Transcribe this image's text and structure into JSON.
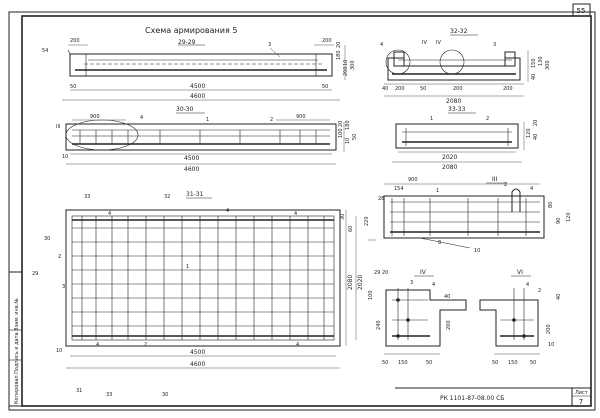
{
  "sheet": {
    "page_number": "55",
    "sheet_label": "Лист",
    "sheet_number": "7",
    "document_code": "РК 1101-87-08.00 СБ",
    "title": "Схема армирования 5",
    "stamp_text": "Копировал   Подпись и дата   Взам. инв.№"
  },
  "views": {
    "s29": {
      "label": "29-29",
      "dim_overall": "4600",
      "dim_inner": "4500",
      "dim_left_top": "200",
      "dim_right_top": "200",
      "dim_left_bottom": "50",
      "dim_right_bottom": "50",
      "pos_left": "54",
      "pos_top": "3",
      "dims_right": [
        "20",
        "180",
        "10",
        "200",
        "300"
      ]
    },
    "s32": {
      "label": "32-32",
      "dim_overall": "2080",
      "dims_bottom": [
        "40",
        "200",
        "50",
        "200",
        "200"
      ],
      "dims_right": [
        "150",
        "40",
        "130",
        "300"
      ],
      "marks": [
        "IV",
        "IV"
      ],
      "pos": [
        "4",
        "3"
      ]
    },
    "s30": {
      "label": "30-30",
      "dim_overall": "4600",
      "dim_inner": "4500",
      "dim_left": "900",
      "dim_right": "900",
      "pos_left": "10",
      "mark": "III",
      "dims_right": [
        "20",
        "100",
        "180",
        "10",
        "50"
      ],
      "pos": [
        "4",
        "1",
        "2"
      ]
    },
    "s33": {
      "label": "33-33",
      "dim_overall": "2080",
      "dim_inner": "2020",
      "dims_right": [
        "120",
        "40",
        "20"
      ],
      "pos": [
        "1",
        "2"
      ]
    },
    "s31": {
      "label": "31-31",
      "cut_left": "33",
      "cut_right": "32",
      "dim_overall": "4600",
      "dim_inner": "4500",
      "dim_height": "2080",
      "dim_inner_height": "2020",
      "dims_right": [
        "30",
        "60"
      ],
      "pos_left": [
        "30",
        "29",
        "10"
      ],
      "pos_bottom": [
        "31",
        "33",
        "30"
      ],
      "pos": [
        "4",
        "4",
        "4",
        "2",
        "3",
        "2",
        "4",
        "4",
        "1"
      ]
    },
    "n3": {
      "mark": "III",
      "dim_top": "900",
      "dims_left": [
        "154",
        "28"
      ],
      "dims_right": [
        "80",
        "90",
        "120"
      ],
      "dim_side": "220",
      "pos": [
        "1",
        "2",
        "4",
        "8",
        "10"
      ]
    },
    "n4": {
      "mark": "IV",
      "dims_left": [
        "29",
        "20",
        "240",
        "100"
      ],
      "dims_bottom": [
        "50",
        "150",
        "50"
      ],
      "dims_right": [
        "200"
      ],
      "pos": [
        "3",
        "4",
        "40"
      ]
    },
    "n6": {
      "mark": "VI",
      "dims_bottom": [
        "50",
        "150",
        "50"
      ],
      "dims_right": [
        "200",
        "40"
      ],
      "pos": [
        "4",
        "2",
        "10"
      ]
    }
  }
}
